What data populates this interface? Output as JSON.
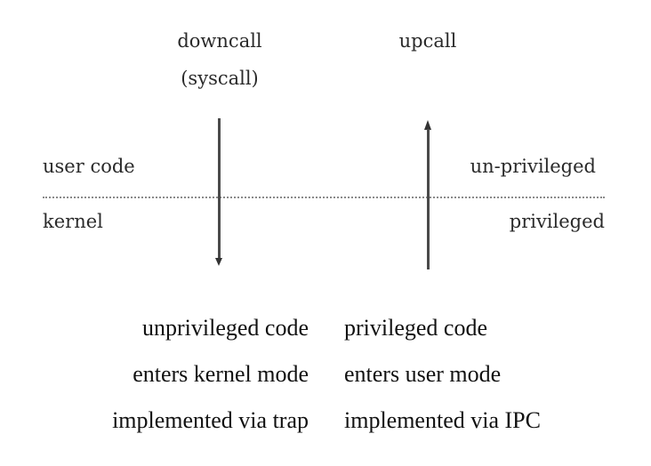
{
  "diagram": {
    "downcall_label": "downcall",
    "downcall_sub": "(syscall)",
    "upcall_label": "upcall",
    "user_code_label": "user code",
    "kernel_label": "kernel",
    "unprivileged_label": "un-privileged",
    "privileged_label": "privileged"
  },
  "comparison": {
    "rows": [
      {
        "left": "unprivileged code",
        "right": "privileged code"
      },
      {
        "left": "enters kernel mode",
        "right": "enters user mode"
      },
      {
        "left": "implemented via trap",
        "right": "implemented via IPC"
      }
    ]
  }
}
